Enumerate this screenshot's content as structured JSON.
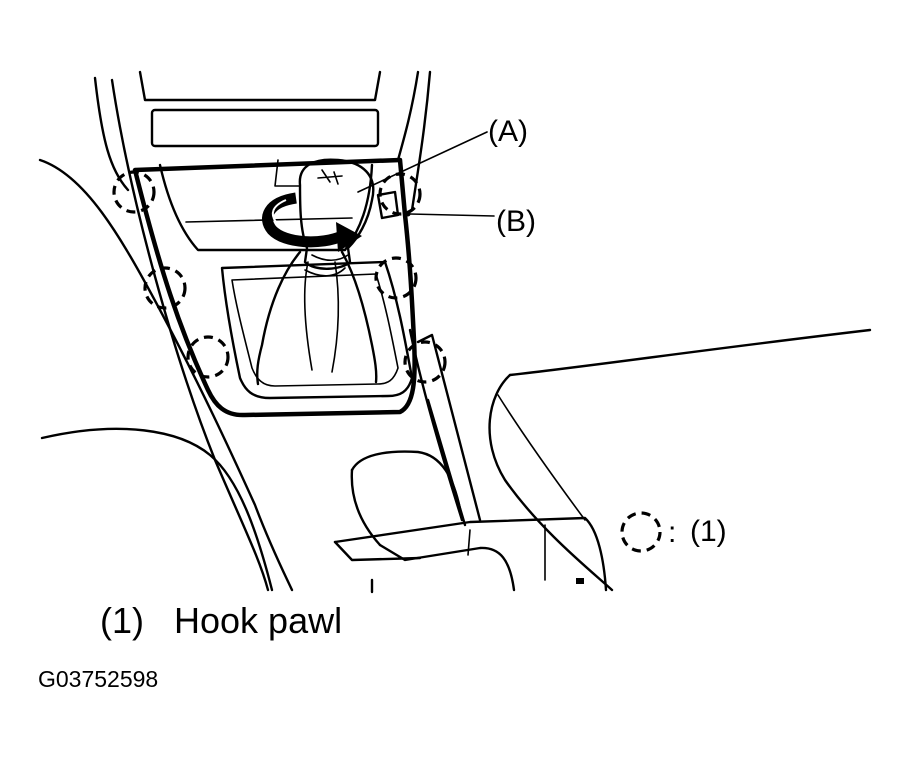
{
  "labels": {
    "a": "(A)",
    "b": "(B)",
    "legend_sep": ":",
    "legend_ref": "(1)"
  },
  "caption": {
    "ref": "(1)",
    "text": "Hook pawl"
  },
  "figure_id": "G03752598"
}
